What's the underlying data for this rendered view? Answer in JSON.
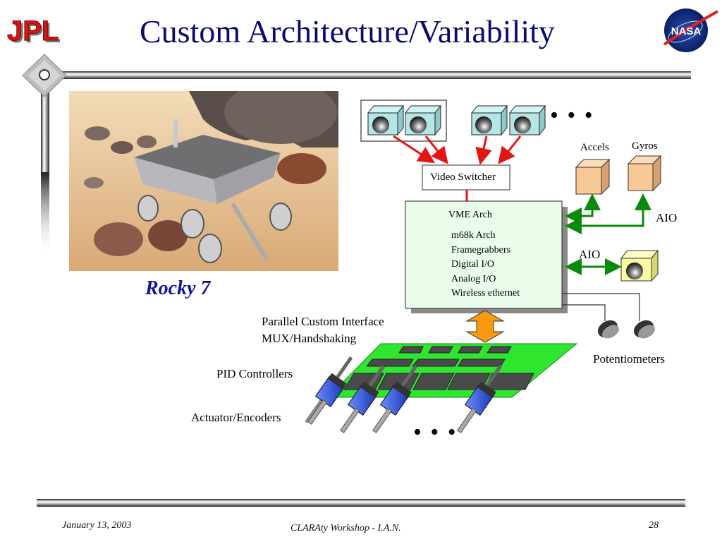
{
  "slide": {
    "title": "Custom Architecture/Variability",
    "logos": {
      "left": "JPL",
      "right": "NASA"
    },
    "photo_caption": "Rocky 7",
    "photo_alt": "Rocky 7 rover on rocky desert terrain"
  },
  "diagram": {
    "video_switcher": "Video Switcher",
    "cpu_box": {
      "heading": "VME Arch",
      "items": [
        "m68k Arch",
        "Framegrabbers",
        "Digital I/O",
        "Analog I/O",
        "Wireless ethernet"
      ]
    },
    "accels": "Accels",
    "gyros": "Gyros",
    "aio_top": "AIO",
    "aio_mid": "AIO",
    "parallel_interface": [
      "Parallel Custom Interface",
      "MUX/Handshaking"
    ],
    "pid_controllers": "PID Controllers",
    "actuators": "Actuator/Encoders",
    "potentiometers": "Potentiometers",
    "ellipsis": "• • •",
    "colors": {
      "camera_face": "#b4e6e6",
      "sensor_box": "#f8c896",
      "cpu_box": "#eafcea",
      "board": "#2ee62e",
      "arrow_video": "#e41414",
      "arrow_aio": "#0a8a0a",
      "bus_arrow": "#f89a10",
      "motor": "#2850e0"
    }
  },
  "footer": {
    "date": "January 13, 2003",
    "event": "CLARAty Workshop - I.A.N.",
    "page": "28"
  }
}
